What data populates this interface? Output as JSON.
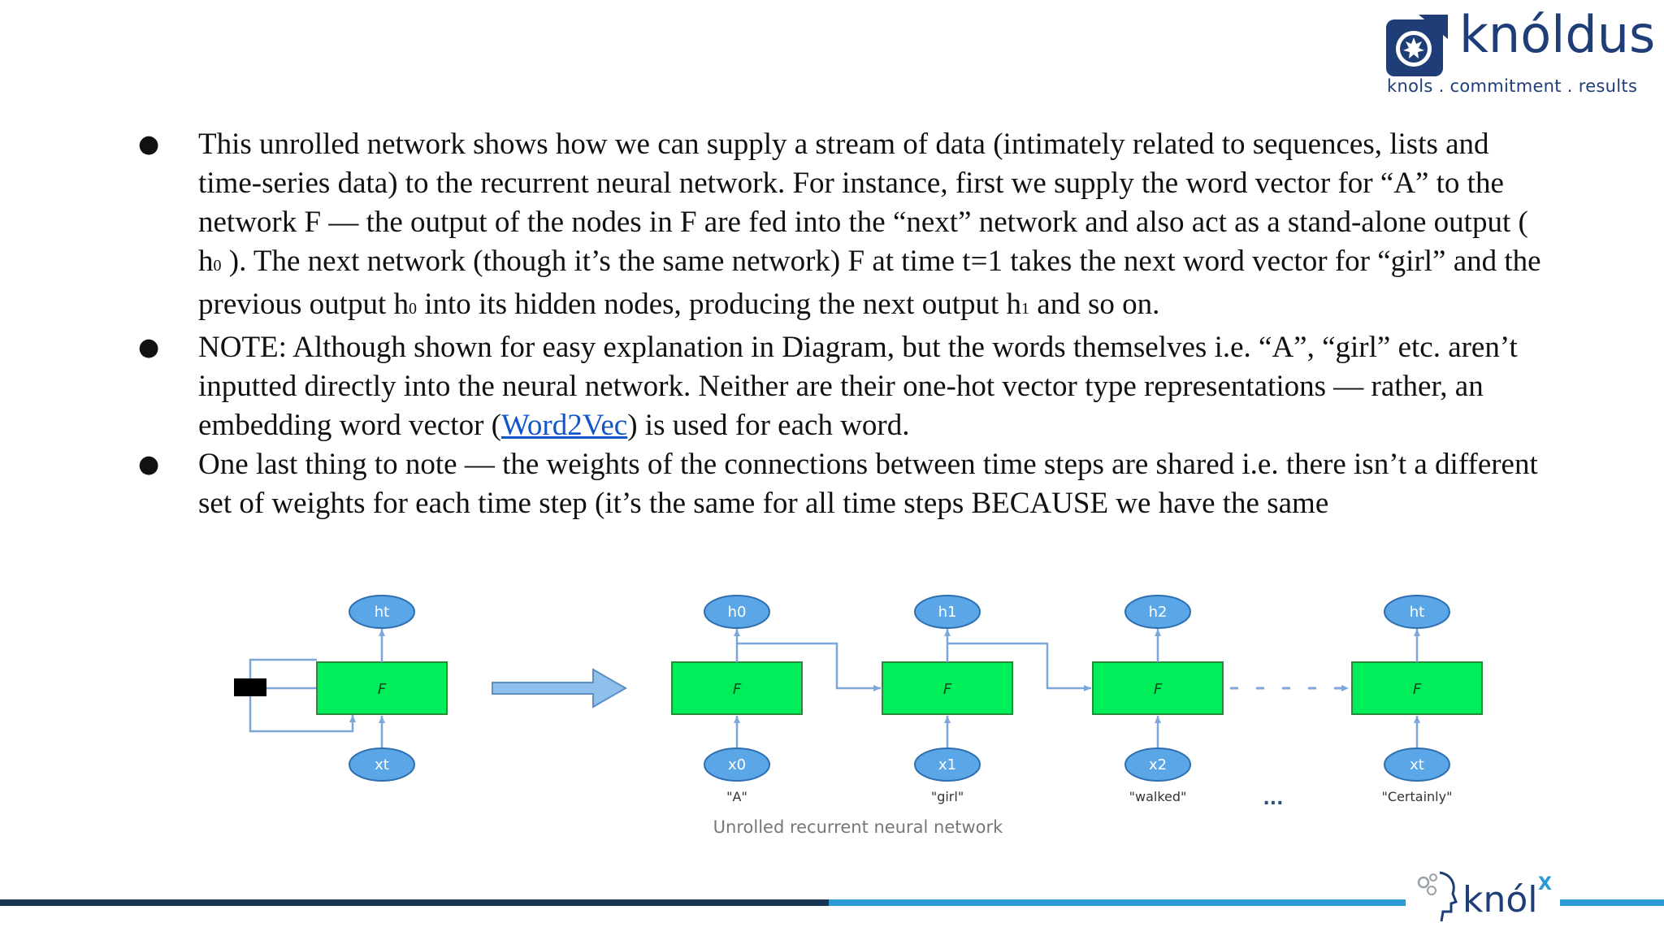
{
  "logo": {
    "wordmark": "knóldus",
    "tagline": "knols . commitment . results"
  },
  "bullets": [
    {
      "p1": "This unrolled network shows how we can supply a stream of data (intimately related to sequences, lists and time-series data) to the recurrent neural network. For instance, first we supply the word vector for “A” to the network F — the output of the nodes in F are fed into the “next” network and also act as a stand-alone output ( h",
      "s1": "0",
      "p2": " ). The next network (though it’s the same network) F at time t=1 takes the next word vector for “girl” and the previous output h",
      "s2": "0",
      "p3": " into its hidden nodes, producing the next output h",
      "s3": "1",
      "p4": " and so on."
    },
    {
      "pre": "NOTE: Although shown for easy explanation in Diagram, but the words themselves i.e. “A”, “girl” etc. aren’t inputted directly into the neural network. Neither are their one-hot vector type representations — rather, an embedding word vector (",
      "link": "Word2Vec",
      "post": ") is used for each word."
    },
    {
      "text": "One last thing to note — the weights of the connections between time steps are shared i.e. there isn’t a different set of weights for each time step (it’s the same for all time steps BECAUSE we have the same"
    }
  ],
  "diagram": {
    "cell_label": "F",
    "left_output": "ht",
    "left_input": "xt",
    "outputs": [
      "h0",
      "h1",
      "h2",
      "ht"
    ],
    "inputs": [
      "x0",
      "x1",
      "x2",
      "xt"
    ],
    "words": [
      "\"A\"",
      "\"girl\"",
      "\"walked\"",
      "\"Certainly\""
    ],
    "dots": "...",
    "caption": "Unrolled recurrent neural network",
    "colors": {
      "cell_fill": "#00ee5a",
      "node_fill": "#5aa6e6",
      "node_stroke": "#2f6fb0",
      "arrow": "#7da7d9",
      "big_arrow_fill": "#8fc0ec"
    }
  },
  "footer": {
    "brand": "knól",
    "brand_sup": "X",
    "colors": {
      "dark": "#173552",
      "light": "#2b9ad4"
    }
  }
}
